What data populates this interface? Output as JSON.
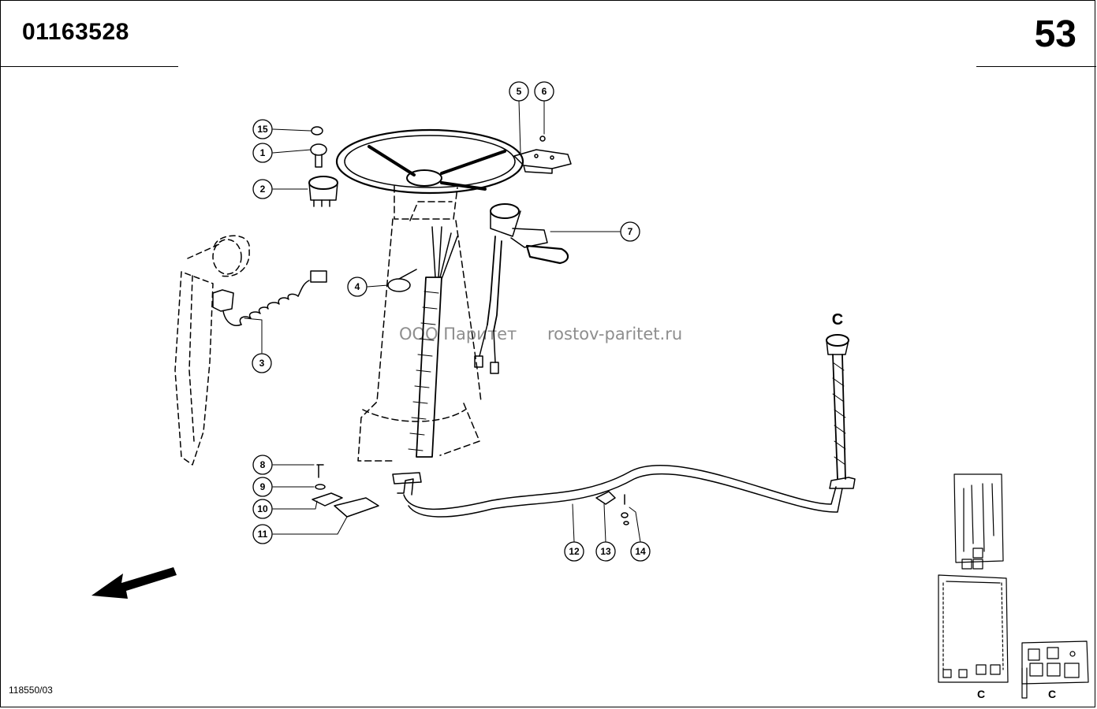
{
  "header": {
    "document_code": "01163528",
    "page_number": "53"
  },
  "footer": {
    "drawing_code": "118550/03"
  },
  "watermark": {
    "company": "ООО Паритет",
    "site": "rostov-paritet.ru"
  },
  "view_marker": "C",
  "inset_labels": [
    "C",
    "C"
  ],
  "callouts": [
    "15",
    "1",
    "2",
    "3",
    "4",
    "5",
    "6",
    "7",
    "8",
    "9",
    "10",
    "11",
    "12",
    "13",
    "14"
  ]
}
